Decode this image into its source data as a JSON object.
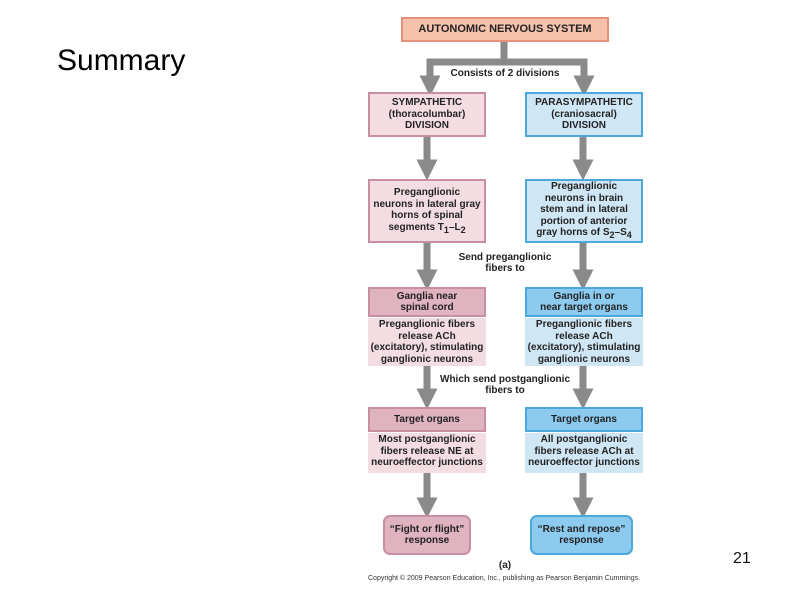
{
  "slide": {
    "title": "Summary",
    "page_number": "21"
  },
  "diagram": {
    "top": "AUTONOMIC NERVOUS SYSTEM",
    "divisions_label": "Consists of 2 divisions",
    "send_preganglionic_label": "Send preganglionic\nfibers to",
    "send_postganglionic_label": "Which send postganglionic\nfibers to",
    "panel_label": "(a)",
    "copyright": "Copyright © 2009 Pearson Education, Inc., publishing as Pearson Benjamin Cummings.",
    "sympathetic": {
      "division": "SYMPATHETIC\n(thoracolumbar)\nDIVISION",
      "neurons_text": "Preganglionic\nneurons in lateral gray\nhorns of spinal\nsegments T",
      "seg_start_sub": "1",
      "seg_dash": "–L",
      "seg_end_sub": "2",
      "ganglia": "Ganglia near\nspinal cord",
      "ganglia_note": "Preganglionic fibers\nrelease ACh\n(excitatory), stimulating\nganglionic neurons",
      "target": "Target organs",
      "target_note": "Most postganglionic\nfibers release NE at\nneuroeffector junctions",
      "response": "“Fight or flight”\nresponse"
    },
    "parasympathetic": {
      "division": "PARASYMPATHETIC\n(craniosacral)\nDIVISION",
      "neurons_text": "Preganglionic\nneurons in brain\nstem and in lateral\nportion of anterior\ngray horns of S",
      "seg_start_sub": "2",
      "seg_dash": "–S",
      "seg_end_sub": "4",
      "ganglia": "Ganglia in or\nnear target organs",
      "ganglia_note": "Preganglionic fibers\nrelease ACh\n(excitatory), stimulating\nganglionic neurons",
      "target": "Target organs",
      "target_note": "All postganglionic\nfibers release ACh at\nneuroeffector junctions",
      "response": "“Rest and repose”\nresponse"
    },
    "colors": {
      "top_fill": "#f6c2ac",
      "top_border": "#e8917a",
      "symp_light": "#f3dde2",
      "symp_mid": "#dfb3bf",
      "symp_border": "#c98ea0",
      "para_light": "#cfe6f5",
      "para_mid": "#8ccbef",
      "para_border": "#4aa8dc",
      "arrow": "#8a8a8a"
    }
  }
}
